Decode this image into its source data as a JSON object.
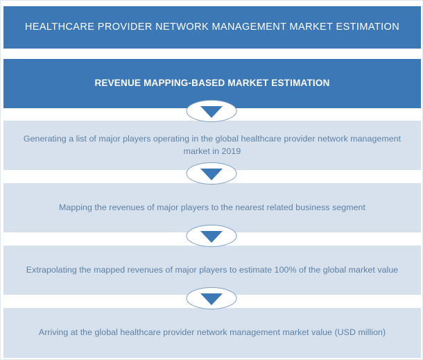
{
  "header": {
    "main_title": "HEALTHCARE PROVIDER NETWORK MANAGEMENT MARKET ESTIMATION",
    "sub_title": "REVENUE MAPPING-BASED MARKET ESTIMATION"
  },
  "colors": {
    "banner_blue": "#3b78b5",
    "box_light_blue": "#d7e1ee",
    "body_text_blue": "#5c7fa3",
    "banner_text": "#ffffff",
    "arrow_fill": "#3b78b5",
    "arrow_outline": "#7e9fc4",
    "page_background": "#ffffff"
  },
  "steps": [
    {
      "id": "step-1",
      "text": "Generating a list of major players operating in the global healthcare provider network management market in 2019"
    },
    {
      "id": "step-2",
      "text": "Mapping the revenues of major players to the nearest related business segment"
    },
    {
      "id": "step-3",
      "text": "Extrapolating the mapped revenues of major players to estimate 100% of the global market value"
    },
    {
      "id": "step-4",
      "text": "Arriving at the global healthcare provider network management market value (USD million)"
    }
  ],
  "connectors": [
    {
      "id": "arrow-1",
      "icon": "chevron-down-icon"
    },
    {
      "id": "arrow-2",
      "icon": "chevron-down-icon"
    },
    {
      "id": "arrow-3",
      "icon": "chevron-down-icon"
    },
    {
      "id": "arrow-4",
      "icon": "chevron-down-icon"
    }
  ]
}
